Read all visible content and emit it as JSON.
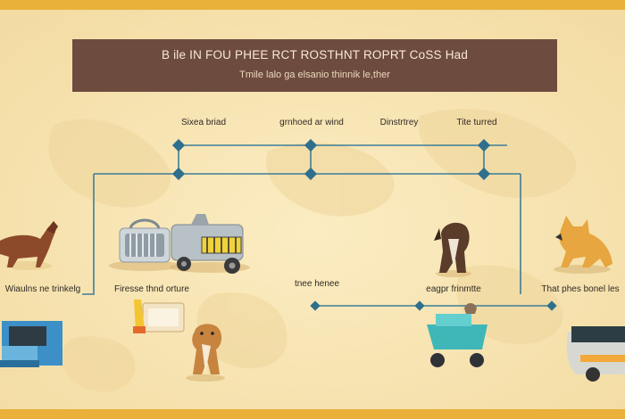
{
  "banner": {
    "title": "B ile IN FOU PHEE RCT ROSTHNT ROPRT CoSS Had",
    "subtitle": "Tmile lalo ga elsanio thinnik le,ther"
  },
  "top_labels": [
    "Sixea briad",
    "grnhoed ar wind",
    "Dinstrtrey",
    "Tite turred"
  ],
  "bottom_labels": [
    "Wiaulns ne trinkelg",
    "Firesse thnd orture",
    "tnee henee",
    "eagpr frinmtte",
    "That phes bonel les"
  ],
  "colors": {
    "background": "#f8e6b4",
    "border": "#e9b13a",
    "banner": "#6e4b3f",
    "connector": "#3c7d98",
    "node": "#2f6f8e"
  },
  "icons": [
    "dog-icon",
    "pet-carrier-icon",
    "dog-cart-icon",
    "sitting-dog-icon",
    "fox-dog-icon",
    "pet-bed-icon",
    "feeding-bowl-icon",
    "sitting-puppy-icon",
    "trolley-icon",
    "travel-van-icon"
  ]
}
